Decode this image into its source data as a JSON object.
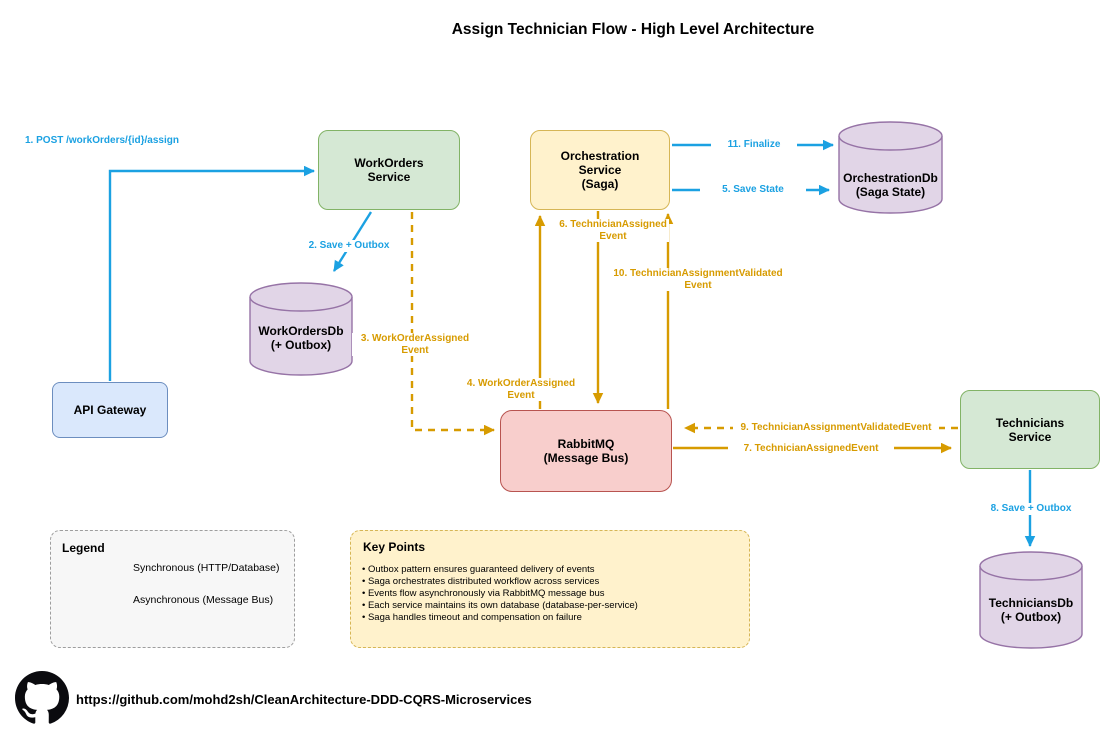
{
  "title": "Assign Technician Flow - High Level Architecture",
  "nodes": {
    "api_gateway": {
      "label": "API Gateway"
    },
    "workorders_service": {
      "line1": "WorkOrders",
      "line2": "Service"
    },
    "orchestration_service": {
      "line1": "Orchestration",
      "line2": "Service",
      "line3": "(Saga)"
    },
    "workorders_db": {
      "line1": "WorkOrdersDb",
      "line2": "(+ Outbox)"
    },
    "orchestration_db": {
      "line1": "OrchestrationDb",
      "line2": "(Saga State)"
    },
    "rabbitmq": {
      "line1": "RabbitMQ",
      "line2": "(Message Bus)"
    },
    "technicians_service": {
      "line1": "Technicians",
      "line2": "Service"
    },
    "technicians_db": {
      "line1": "TechniciansDb",
      "line2": "(+ Outbox)"
    }
  },
  "edges": {
    "e1": "1. POST /workOrders/{id}/assign",
    "e2": "2. Save + Outbox",
    "e3_line1": "3. WorkOrderAssigned",
    "e3_line2": "Event",
    "e4_line1": "4. WorkOrderAssigned",
    "e4_line2": "Event",
    "e5": "5. Save State",
    "e6_line1": "6. TechnicianAssigned",
    "e6_line2": "Event",
    "e7": "7. TechnicianAssignedEvent",
    "e8": "8. Save + Outbox",
    "e9": "9. TechnicianAssignmentValidatedEvent",
    "e10_line1": "10. TechnicianAssignmentValidated",
    "e10_line2": "Event",
    "e11": "11. Finalize"
  },
  "legend": {
    "title": "Legend",
    "sync_label": "Synchronous (HTTP/Database)",
    "async_label": "Asynchronous (Message Bus)"
  },
  "key_points": {
    "title": "Key Points",
    "items": [
      "• Outbox pattern ensures guaranteed delivery of events",
      "• Saga orchestrates distributed workflow across services",
      "• Events flow asynchronously via RabbitMQ message bus",
      "• Each service maintains its own database (database-per-service)",
      "• Saga handles timeout and compensation on failure"
    ]
  },
  "footer": {
    "url": "https://github.com/mohd2sh/CleanArchitecture-DDD-CQRS-Microservices"
  },
  "colors": {
    "sync_blue": "#1BA1E2",
    "async_orange": "#D79B00",
    "service_green_fill": "#D5E8D4",
    "service_green_stroke": "#82B366",
    "gateway_blue_fill": "#DAE8FC",
    "gateway_blue_stroke": "#6C8EBF",
    "saga_yellow_fill": "#FFF2CC",
    "saga_yellow_stroke": "#D6B656",
    "bus_red_fill": "#F8CECC",
    "bus_red_stroke": "#B85450",
    "db_purple_fill": "#E1D5E7",
    "db_purple_stroke": "#9673A6"
  }
}
